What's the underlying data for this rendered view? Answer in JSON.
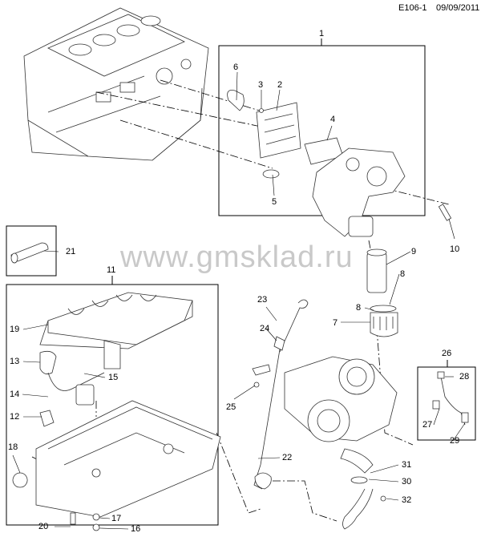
{
  "header": {
    "code": "E106-1",
    "date": "09/09/2011"
  },
  "watermark": "www.gmsklad.ru",
  "callouts": [
    "1",
    "2",
    "3",
    "4",
    "5",
    "6",
    "7",
    "8",
    "8",
    "9",
    "10",
    "11",
    "12",
    "13",
    "14",
    "15",
    "16",
    "17",
    "18",
    "19",
    "20",
    "21",
    "22",
    "23",
    "24",
    "25",
    "26",
    "27",
    "28",
    "29",
    "30",
    "31",
    "32"
  ],
  "colors": {
    "line": "#000000",
    "part_fill": "#ffffff",
    "part_stroke": "#333333",
    "watermark": "#c9c9c9"
  },
  "parts": [
    {
      "name": "engine-block"
    },
    {
      "name": "oil-cooler"
    },
    {
      "name": "oil-filter-housing"
    },
    {
      "name": "oil-filter"
    },
    {
      "name": "oil-pan"
    },
    {
      "name": "windage-tray"
    },
    {
      "name": "dipstick-tube"
    },
    {
      "name": "turbocharger"
    },
    {
      "name": "oil-feed-pipe"
    }
  ]
}
